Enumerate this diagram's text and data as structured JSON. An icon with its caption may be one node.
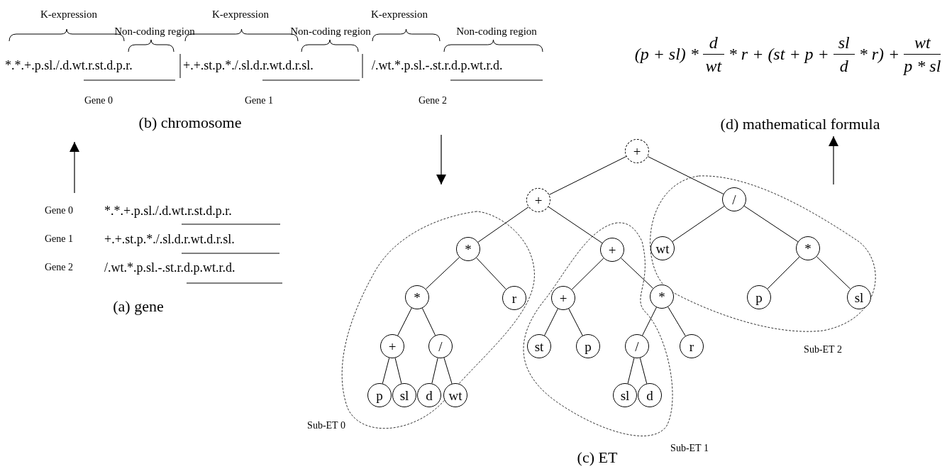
{
  "diagram": {
    "nodes": [
      {
        "text": [
          "+"
        ]
      },
      {
        "text": [
          "+"
        ]
      },
      {
        "text": [
          "/"
        ]
      },
      {
        "text": [
          "*"
        ]
      },
      {
        "text": [
          "+"
        ]
      },
      {
        "text": [
          "wt"
        ]
      },
      {
        "text": [
          "*"
        ]
      },
      {
        "text": [
          "*"
        ]
      },
      {
        "text": [
          "r"
        ]
      },
      {
        "text": [
          "+"
        ]
      },
      {
        "text": [
          "*"
        ]
      },
      {
        "text": [
          "p"
        ]
      },
      {
        "text": [
          "sl"
        ]
      },
      {
        "text": [
          "+"
        ]
      },
      {
        "text": [
          "/"
        ]
      },
      {
        "text": [
          "st"
        ]
      },
      {
        "text": [
          "p"
        ]
      },
      {
        "text": [
          "/"
        ]
      },
      {
        "text": [
          "r"
        ]
      },
      {
        "text": [
          "p"
        ]
      },
      {
        "text": [
          "sl"
        ]
      },
      {
        "text": [
          "d"
        ]
      },
      {
        "text": [
          "wt"
        ]
      },
      {
        "text": [
          "sl"
        ]
      },
      {
        "text": [
          "d"
        ]
      }
    ],
    "edges": [
      {
        "from": 0,
        "to": 1,
        "arrow": "none"
      },
      {
        "from": 0,
        "to": 2,
        "arrow": "none"
      },
      {
        "from": 1,
        "to": 3,
        "arrow": "none"
      },
      {
        "from": 1,
        "to": 4,
        "arrow": "none"
      },
      {
        "from": 2,
        "to": 5,
        "arrow": "none"
      },
      {
        "from": 2,
        "to": 6,
        "arrow": "none"
      },
      {
        "from": 3,
        "to": 7,
        "arrow": "none"
      },
      {
        "from": 3,
        "to": 8,
        "arrow": "none"
      },
      {
        "from": 4,
        "to": 9,
        "arrow": "none"
      },
      {
        "from": 4,
        "to": 10,
        "arrow": "none"
      },
      {
        "from": 6,
        "to": 11,
        "arrow": "none"
      },
      {
        "from": 6,
        "to": 12,
        "arrow": "none"
      },
      {
        "from": 7,
        "to": 13,
        "arrow": "none"
      },
      {
        "from": 7,
        "to": 14,
        "arrow": "none"
      },
      {
        "from": 9,
        "to": 15,
        "arrow": "none"
      },
      {
        "from": 9,
        "to": 16,
        "arrow": "none"
      },
      {
        "from": 10,
        "to": 17,
        "arrow": "none"
      },
      {
        "from": 10,
        "to": 18,
        "arrow": "none"
      },
      {
        "from": 13,
        "to": 19,
        "arrow": "none"
      },
      {
        "from": 13,
        "to": 20,
        "arrow": "none"
      },
      {
        "from": 14,
        "to": 21,
        "arrow": "none"
      },
      {
        "from": 14,
        "to": 22,
        "arrow": "none"
      },
      {
        "from": 17,
        "to": 23,
        "arrow": "none"
      },
      {
        "from": 17,
        "to": 24,
        "arrow": "none"
      }
    ],
    "labels": [
      "K-expression",
      "Non-coding region",
      "K-expression",
      "Non-coding region",
      "K-expression",
      "Non-coding region",
      "*.*.+.p.sl./.d.wt.r.st.d.p.r.",
      "+.+.st.p.*./.sl.d.r.wt.d.r.sl.",
      "/.wt.*.p.sl.-.st.r.d.p.wt.r.d.",
      "Gene 0",
      "Gene 1",
      "Gene 2",
      "(p + sl) *",
      "d",
      "wt",
      "* r + (st + p +",
      "sl",
      "d",
      "* r) +",
      "wt",
      "p * sl",
      "(b) chromosome",
      "(d) mathematical formula",
      "Gene 0",
      "*.*.+.p.sl./.d.wt.r.st.d.p.r.",
      "Gene 1",
      "+.+.st.p.*./.sl.d.r.wt.d.r.sl.",
      "Gene 2",
      "/.wt.*.p.sl.-.st.r.d.p.wt.r.d.",
      "(a) gene",
      "Sub-ET 0",
      "Sub-ET 2",
      "Sub-ET 1",
      "(c) ET"
    ]
  }
}
